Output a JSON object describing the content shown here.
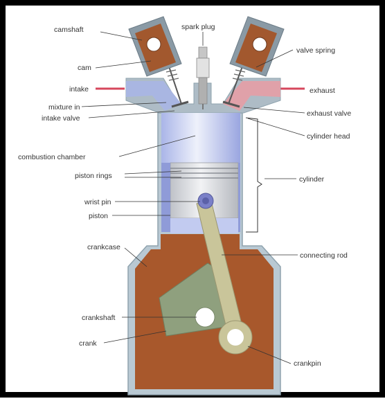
{
  "diagram": {
    "labels": {
      "camshaft": "camshaft",
      "cam": "cam",
      "spark_plug": "spark plug",
      "valve_spring": "valve spring",
      "intake": "intake",
      "mixture_in": "mixture in",
      "intake_valve": "intake valve",
      "exhaust": "exhaust",
      "exhaust_valve": "exhaust valve",
      "cylinder_head": "cylinder head",
      "combustion_chamber": "combustion chamber",
      "piston_rings": "piston rings",
      "cylinder": "cylinder",
      "wrist_pin": "wrist pin",
      "piston": "piston",
      "crankcase": "crankcase",
      "connecting_rod": "connecting rod",
      "crankshaft": "crankshaft",
      "crank": "crank",
      "crankpin": "crankpin"
    },
    "colors": {
      "block": "#b9c9d3",
      "block_edge": "#8fa3ae",
      "oil": "#a8582c",
      "cam_body": "#a2582e",
      "intake_port": "#a9b6e2",
      "exhaust_port": "#e0a1a9",
      "chamber": "#c2cbf0",
      "piston": "#d3d5da",
      "rod": "#c9c59a",
      "crank": "#8fa07e",
      "leader": "#333333",
      "pipe_intake": "#d6465c",
      "pipe_exhaust": "#d6465c"
    }
  }
}
